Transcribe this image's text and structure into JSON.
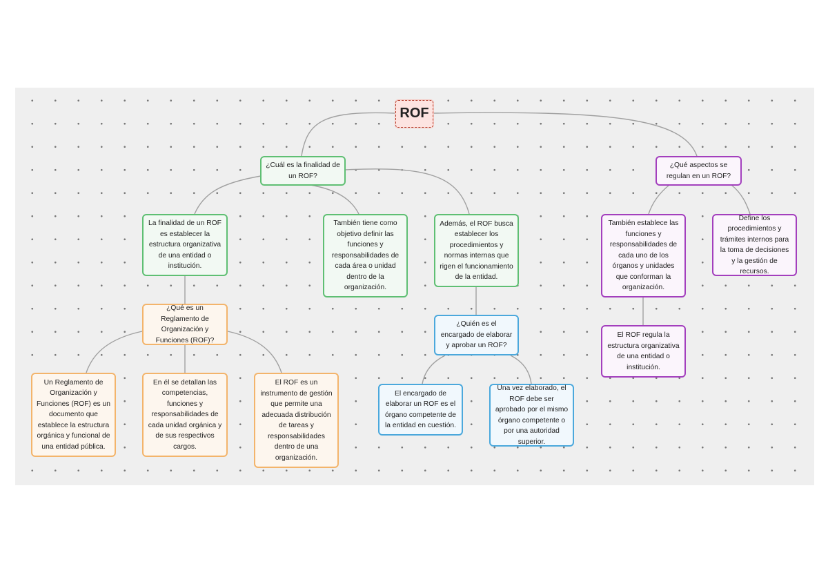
{
  "root": {
    "label": "ROF"
  },
  "q_finalidad": {
    "label": "¿Cuál es la finalidad de un ROF?"
  },
  "q_aspectos": {
    "label": "¿Qué aspectos se regulan en un ROF?"
  },
  "finalidad_estructura": {
    "label": "La finalidad de un ROF es establecer la estructura organizativa de una entidad o institución."
  },
  "objetivo_funciones": {
    "label": "También tiene como objetivo definir las funciones y responsabilidades de cada área o unidad dentro de la organización."
  },
  "procedimientos": {
    "label": "Además, el ROF busca establecer los procedimientos y normas internas que rigen el funcionamiento de la entidad."
  },
  "aspecto_funciones": {
    "label": "También establece las funciones y responsabilidades de cada uno de los órganos y unidades que conforman la organización."
  },
  "aspecto_procedimientos": {
    "label": "Define los procedimientos y trámites internos para la toma de decisiones y la gestión de recursos."
  },
  "q_que_es": {
    "label": "¿Qué es un Reglamento de Organización y Funciones (ROF)?"
  },
  "q_encargado": {
    "label": "¿Quién es el encargado de elaborar y aprobar un ROF?"
  },
  "aspecto_estructura": {
    "label": "El ROF regula la estructura organizativa de una entidad o institución."
  },
  "def_documento": {
    "label": "Un Reglamento de Organización y Funciones (ROF) es un documento que establece la estructura orgánica y funcional de una entidad pública."
  },
  "def_competencias": {
    "label": "En él se detallan las competencias, funciones y responsabilidades de cada unidad orgánica y de sus respectivos cargos."
  },
  "def_instrumento": {
    "label": "El ROF es un instrumento de gestión que permite una adecuada distribución de tareas y responsabilidades dentro de una organización."
  },
  "encargado_organo": {
    "label": "El encargado de elaborar un ROF es el órgano competente de la entidad en cuestión."
  },
  "encargado_aprobado": {
    "label": "Una vez elaborado, el ROF debe ser aprobado por el mismo órgano competente o por una autoridad superior."
  },
  "colors": {
    "green": "#5fbf73",
    "purple": "#a33fbd",
    "orange": "#f3b46b",
    "blue": "#4ba8dc",
    "root": "#b5402e",
    "connector": "#a0a0a0"
  }
}
